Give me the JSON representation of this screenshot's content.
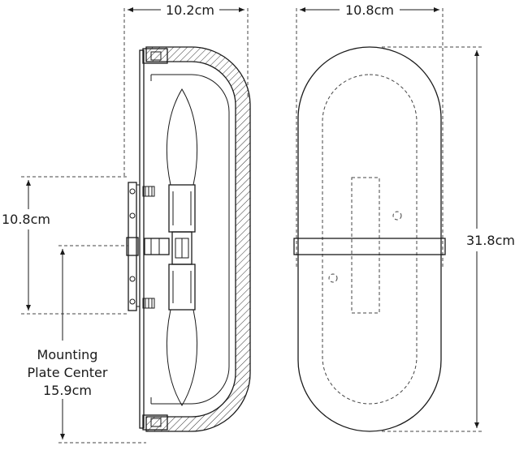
{
  "side_view": {
    "width_label": "10.2cm",
    "plate_height_label": "10.8cm",
    "mounting_center_label_line1": "Mounting",
    "mounting_center_label_line2": "Plate Center",
    "mounting_center_label_line3": "15.9cm"
  },
  "front_view": {
    "width_label": "10.8cm",
    "height_label": "31.8cm"
  }
}
